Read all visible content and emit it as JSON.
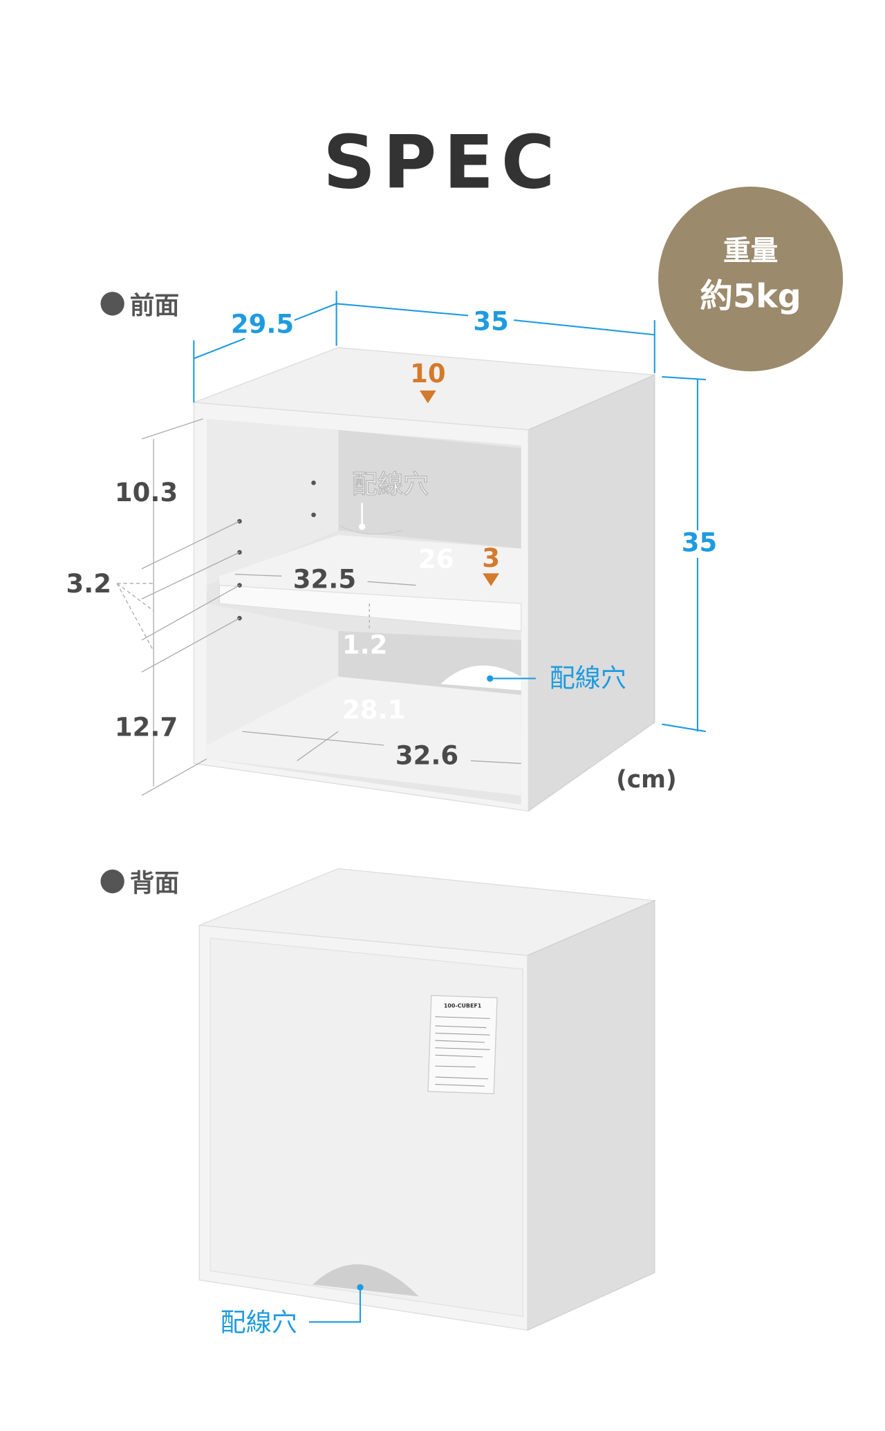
{
  "title": "SPEC",
  "weight": {
    "label": "重量",
    "value": "約5kg",
    "color": "#9c8a6c"
  },
  "front": {
    "heading": "前面",
    "depth": "29.5",
    "width": "35",
    "height": "35",
    "top_thickness": "10",
    "shelf_offset": "3",
    "upper_height": "10.3",
    "pitch": "3.2",
    "lower_height": "12.7",
    "shelf_depth": "26",
    "shelf_width": "32.5",
    "shelf_thickness": "1.2",
    "bottom_depth": "28.1",
    "bottom_width": "32.6",
    "cable_hole_inner": "配線穴",
    "cable_hole_side": "配線穴",
    "unit": "(cm)"
  },
  "back": {
    "heading": "背面",
    "cable_hole": "配線穴",
    "label_model": "100-CUBEF1"
  },
  "colors": {
    "dimension": "#1e9be0",
    "accent": "#d47a2c",
    "text": "#4a4a4a"
  }
}
